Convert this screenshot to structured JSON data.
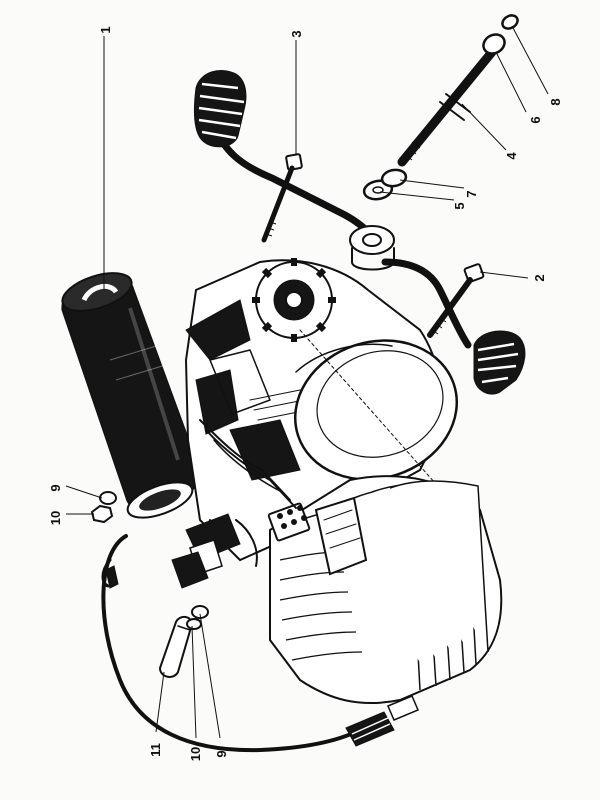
{
  "callouts": [
    {
      "id": "c1",
      "number": "1"
    },
    {
      "id": "c2",
      "number": "2"
    },
    {
      "id": "c3",
      "number": "3"
    },
    {
      "id": "c4",
      "number": "4"
    },
    {
      "id": "c5",
      "number": "5"
    },
    {
      "id": "c6",
      "number": "6"
    },
    {
      "id": "c7",
      "number": "7"
    },
    {
      "id": "c8",
      "number": "8"
    },
    {
      "id": "c9a",
      "number": "9"
    },
    {
      "id": "c10a",
      "number": "10"
    },
    {
      "id": "c9b",
      "number": "9"
    },
    {
      "id": "c10b",
      "number": "10"
    },
    {
      "id": "c11",
      "number": "11"
    }
  ],
  "colors": {
    "ink": "#111111",
    "paper": "#fbfbf9"
  }
}
